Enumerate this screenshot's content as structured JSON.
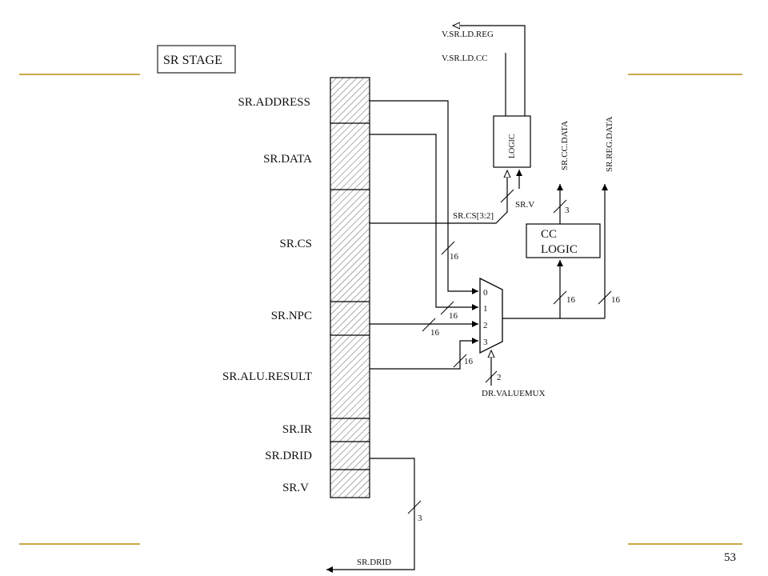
{
  "slide": {
    "title_box": "SR STAGE",
    "page_number": "53",
    "accent_color": "#c8a84b"
  },
  "register": {
    "fields": [
      "SR.ADDRESS",
      "SR.DATA",
      "SR.CS",
      "SR.NPC",
      "SR.ALU.RESULT",
      "SR.IR",
      "SR.DRID",
      "SR.V"
    ]
  },
  "mux": {
    "inputs": [
      "0",
      "1",
      "2",
      "3"
    ],
    "select_label": "DR.VALUEMUX",
    "select_width": "2"
  },
  "logic": {
    "label": "LOGIC",
    "in_cs": "SR.CS[3:2]",
    "in_v": "SR.V",
    "out_reg": "V.SR.LD.REG",
    "out_cc": "V.SR.LD.CC"
  },
  "cc_logic": {
    "line1": "CC",
    "line2": "LOGIC"
  },
  "outputs": {
    "cc_data": "SR.CC.DATA",
    "reg_data": "SR.REG.DATA",
    "drid": "SR.DRID"
  },
  "bus_widths": {
    "address": "16",
    "data": "16",
    "npc": "16",
    "alu": "16",
    "cc_in": "16",
    "reg_out": "16",
    "cc_out": "3",
    "drid": "3"
  }
}
